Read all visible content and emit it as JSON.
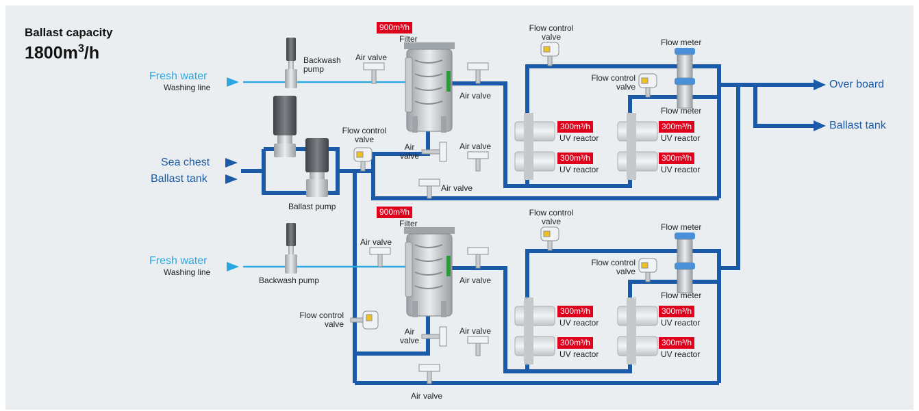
{
  "capacity": {
    "title": "Ballast capacity",
    "value": "1800m",
    "unit_sup": "3",
    "unit_suffix": "/h"
  },
  "filter_rate": "900m³/h",
  "reactor_rate": "300m³/h",
  "labels": {
    "filter": "Filter",
    "air_valve": "Air valve",
    "air": "Air",
    "valve": "valve",
    "flow_control": "Flow control",
    "flow_meter": "Flow meter",
    "uv_reactor": "UV reactor",
    "backwash": "Backwash",
    "pump": "pump",
    "backwash_pump": "Backwash pump",
    "ballast_pump": "Ballast pump",
    "fresh_water": "Fresh water",
    "washing_line": "Washing line",
    "sea_chest": "Sea chest",
    "ballast_tank": "Ballast tank",
    "over_board": "Over board"
  },
  "colors": {
    "pipe": "#1a5aa8",
    "fresh_pipe": "#29a8e0",
    "badge": "#e0001b",
    "panel": "#ebeef0"
  }
}
